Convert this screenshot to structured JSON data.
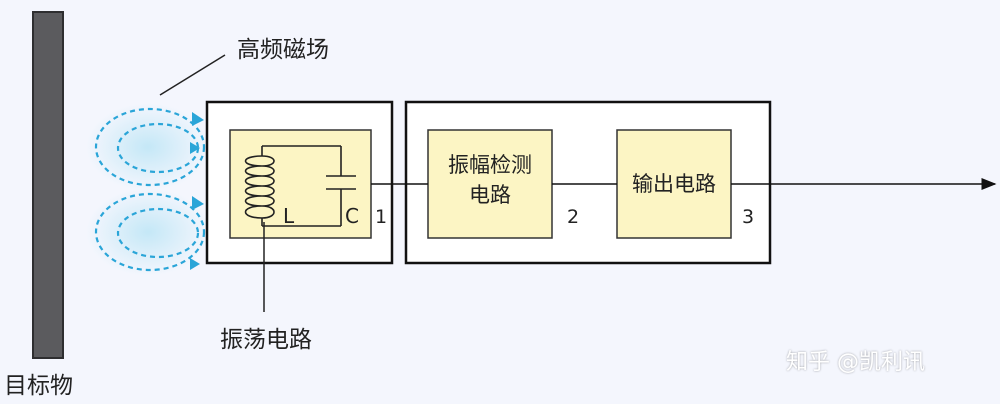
{
  "labels": {
    "magnetic_field": "高频磁场",
    "target": "目标物",
    "oscillator": "振荡电路",
    "inductor": "L",
    "capacitor": "C",
    "amp_detect_line1": "振幅检测",
    "amp_detect_line2": "电路",
    "output_circuit": "输出电路",
    "stage1": "1",
    "stage2": "2",
    "stage3": "3"
  },
  "watermark": "知乎 @凯利讯",
  "colors": {
    "box_fill": "#fcf5c4",
    "field": "#2aa5d8",
    "target_bar": "#5b5b5e"
  }
}
